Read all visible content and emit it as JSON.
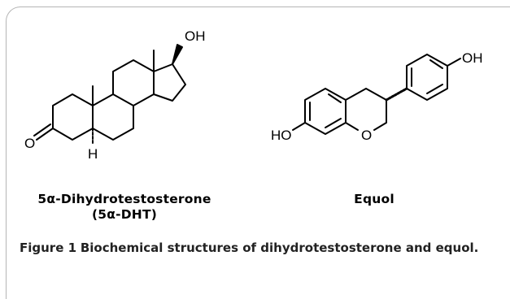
{
  "molecules": {
    "dht": {
      "name_line1": "5α-Dihydrotestosterone",
      "name_line2": "(5α-DHT)",
      "atoms": {
        "hydroxyl": "OH",
        "ketone": "O",
        "hydrogen": "H"
      }
    },
    "equol": {
      "name": "Equol",
      "atoms": {
        "hydroxyl_right": "OH",
        "hydroxyl_left": "HO",
        "ring_oxygen": "O"
      }
    }
  },
  "caption": {
    "label": "Figure 1",
    "text": "Biochemical structures of dihydrotestosterone and equol."
  }
}
